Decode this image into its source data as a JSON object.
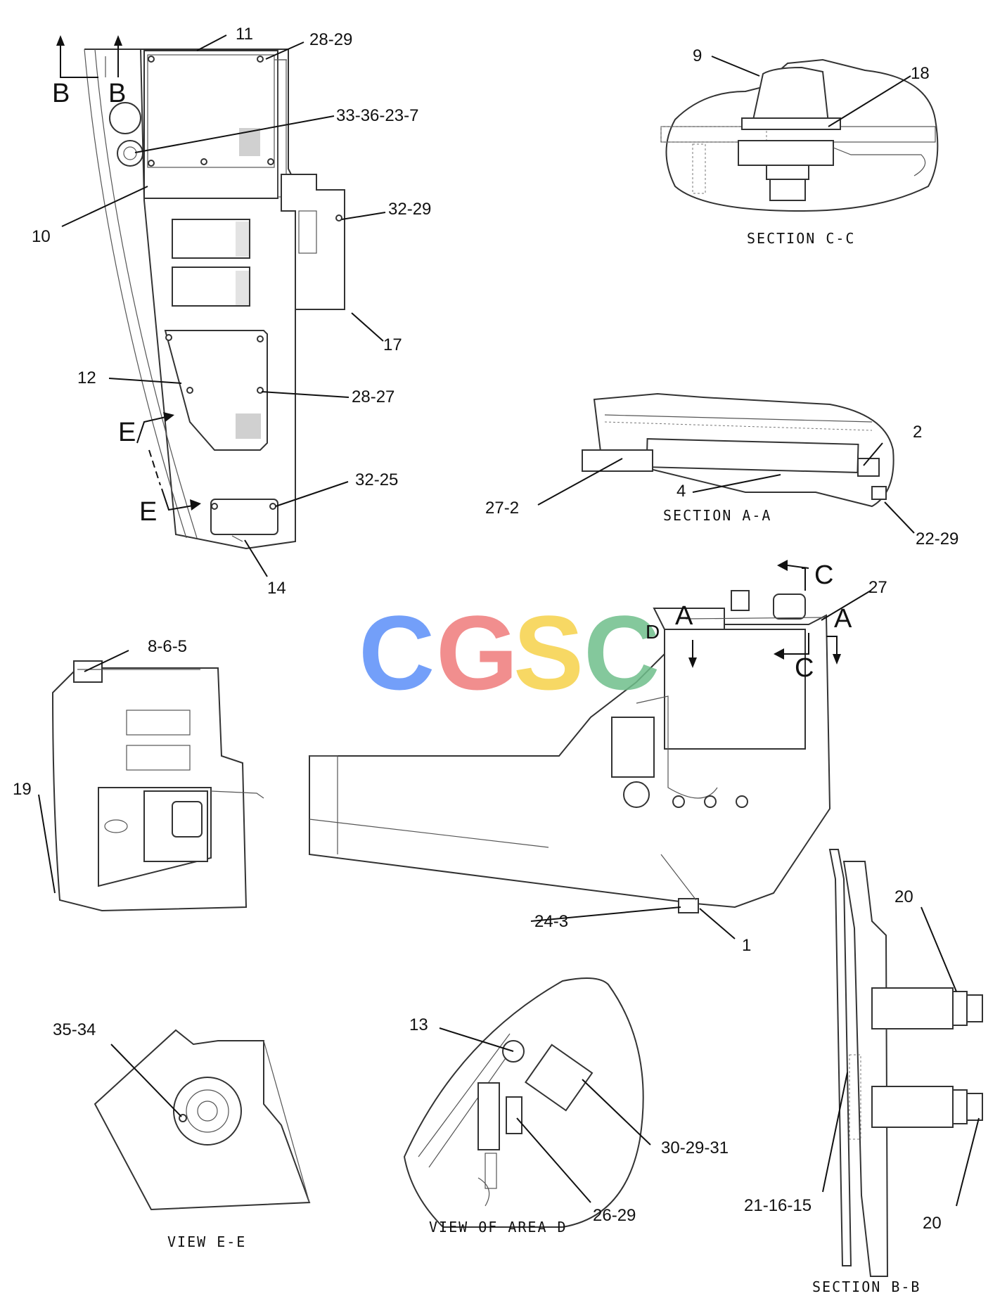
{
  "watermark": {
    "letters": [
      "C",
      "G",
      "S",
      "C"
    ],
    "colors": [
      "#5b8ff9",
      "#ef7b7b",
      "#f6d24a",
      "#6fbf8b"
    ]
  },
  "callouts": {
    "c11": "11",
    "c28_29": "28-29",
    "c33_36_23_7": "33-36-23-7",
    "c10": "10",
    "c32_29": "32-29",
    "c17": "17",
    "c12": "12",
    "c28_27": "28-27",
    "c32_25": "32-25",
    "c14": "14",
    "c9": "9",
    "c18": "18",
    "c2": "2",
    "c27_2": "27-2",
    "c4": "4",
    "c22_29": "22-29",
    "c27": "27",
    "c8_6_5": "8-6-5",
    "c19": "19",
    "c24_3": "24-3",
    "c1": "1",
    "c20a": "20",
    "c20b": "20",
    "c35_34": "35-34",
    "c13": "13",
    "c30_29_31": "30-29-31",
    "c26_29": "26-29",
    "c21_16_15": "21-16-15"
  },
  "section_markers": {
    "b1": "B",
    "b2": "B",
    "e1": "E",
    "e2": "E",
    "c1": "C",
    "c2": "C",
    "a1": "A",
    "a2": "A",
    "d": "D"
  },
  "captions": {
    "section_cc": "SECTION C-C",
    "section_aa": "SECTION A-A",
    "view_ee": "VIEW E-E",
    "view_area_d": "VIEW OF AREA D",
    "section_bb": "SECTION B-B"
  }
}
